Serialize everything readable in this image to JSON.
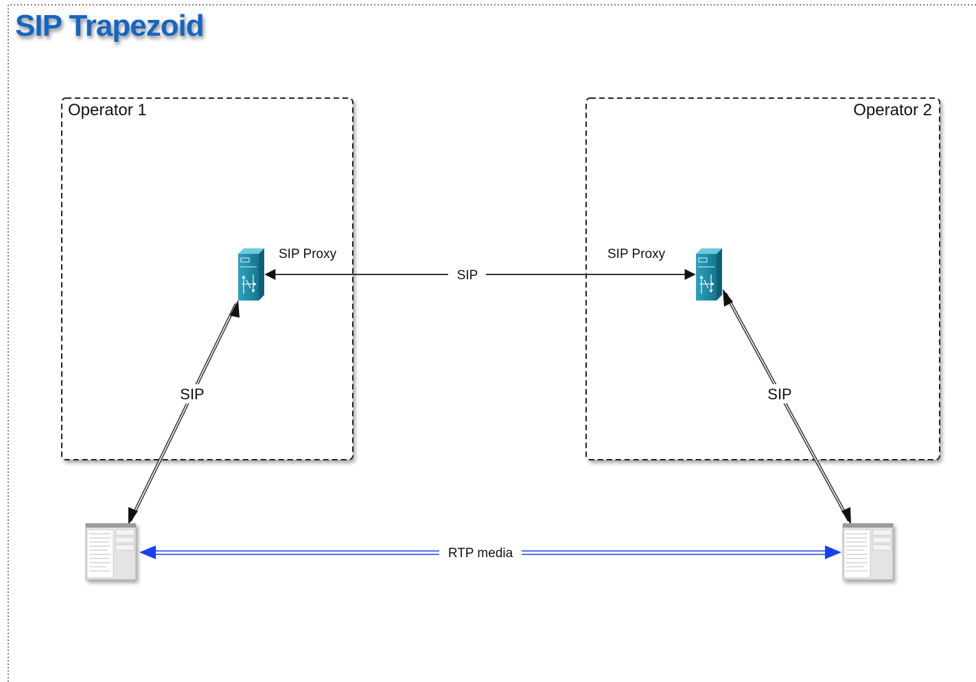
{
  "title": "SIP Trapezoid",
  "domains": {
    "left": {
      "label": "Operator 1"
    },
    "right": {
      "label": "Operator 2"
    }
  },
  "nodes": {
    "proxy_left": {
      "label": "SIP Proxy",
      "icon": "server-icon"
    },
    "proxy_right": {
      "label": "SIP Proxy",
      "icon": "server-icon"
    },
    "client_left": {
      "icon": "softphone-window-icon"
    },
    "client_right": {
      "icon": "softphone-window-icon"
    }
  },
  "edges": {
    "proxy_link": {
      "label": "SIP",
      "color": "#333333"
    },
    "left_access": {
      "label": "SIP",
      "color": "#333333"
    },
    "right_access": {
      "label": "SIP",
      "color": "#333333"
    },
    "media": {
      "label": "RTP media",
      "color": "#1a3ff0"
    }
  },
  "colors": {
    "title": "#1565c0",
    "server": "#1e8fa8",
    "media": "#1a3ff0"
  }
}
